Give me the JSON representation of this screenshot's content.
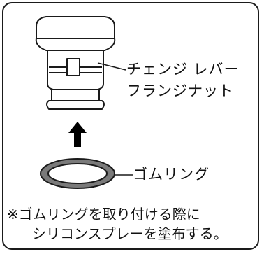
{
  "labels": {
    "lever_flange_line1": "チェンジ レバー",
    "lever_flange_line2": "フランジナット",
    "rubber_ring": "ゴムリング"
  },
  "note": {
    "line1": "※ゴムリングを取り付ける際に",
    "line2": "シリコンスプレーを塗布する。"
  },
  "colors": {
    "line": "#1a1a1a",
    "ring_fill": "#7a7a7a",
    "background": "#ffffff"
  }
}
